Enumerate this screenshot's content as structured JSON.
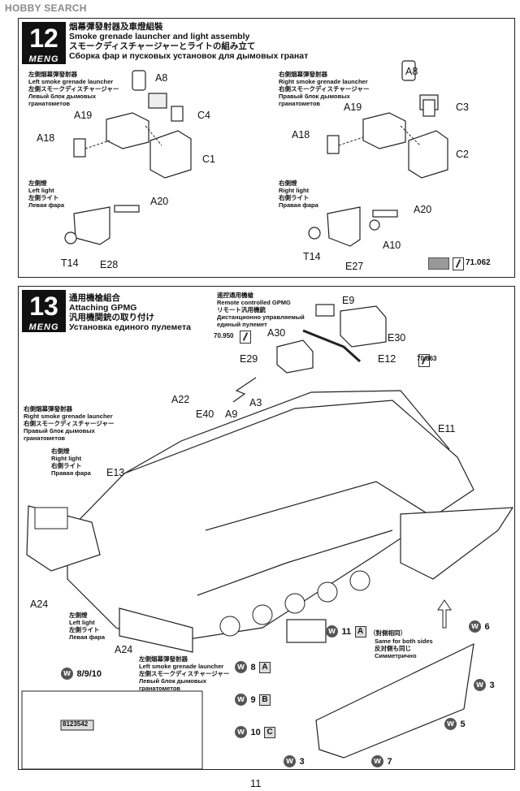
{
  "watermark": "HOBBY SEARCH",
  "step12": {
    "number": "12",
    "brand": "MENG",
    "title_zh": "烟幕彈發射器及車燈組裝",
    "title_en": "Smoke grenade launcher and light assembly",
    "title_ja": "スモークディスチャージャーとライトの組み立て",
    "title_ru": "Сборка фар и пусковых установок для дымовых гранат",
    "left_launcher": [
      "左側烟幕彈發射器",
      "Left smoke grenade launcher",
      "左側スモークディスチャージャー",
      "Левый блок дымовых",
      "гранатометов"
    ],
    "right_launcher": [
      "右側烟幕彈發射器",
      "Right smoke grenade launcher",
      "右側スモークディスチャージャー",
      "Правый блок дымовых",
      "гранатометов"
    ],
    "left_light": [
      "左側燈",
      "Left light",
      "左側ライト",
      "Левая фара"
    ],
    "right_light": [
      "右側燈",
      "Right light",
      "右側ライト",
      "Правая фара"
    ],
    "parts_left": {
      "a8": "A8",
      "a19": "A19",
      "c4": "C4",
      "a18": "A18",
      "c1": "C1",
      "a20": "A20",
      "t14": "T14",
      "e28": "E28"
    },
    "parts_right": {
      "a8": "A8",
      "a19": "A19",
      "c3": "C3",
      "a18": "A18",
      "c2": "C2",
      "a20": "A20",
      "t14": "T14",
      "a10": "A10",
      "e27": "E27"
    },
    "paint_code": "71.062"
  },
  "step13": {
    "number": "13",
    "brand": "MENG",
    "title_zh": "通用機槍組合",
    "title_en": "Attaching GPMG",
    "title_ja": "汎用機関銃の取り付け",
    "title_ru": "Установка единого пулемета",
    "rcgpmg": [
      "遥控通用機槍",
      "Remote controlled GPMG",
      "リモート汎用機銃",
      "Дистанционно управляемый",
      "единый пулемет"
    ],
    "paint_a30": "70.950",
    "paint_e12": "70.863",
    "parts_gpmg": {
      "e9": "E9",
      "a30": "A30",
      "e30": "E30",
      "e29": "E29",
      "e12": "E12"
    },
    "right_launcher": [
      "右側烟幕彈發射器",
      "Right smoke grenade launcher",
      "右側スモークディスチャージャー",
      "Правый блок дымовых",
      "гранатометов"
    ],
    "right_light": [
      "右側燈",
      "Right light",
      "右側ライト",
      "Правая фара"
    ],
    "left_light": [
      "左側燈",
      "Left light",
      "左側ライト",
      "Левая фара"
    ],
    "left_launcher": [
      "左側烟幕彈發射器",
      "Left smoke grenade launcher",
      "左側スモークディスチャージャー",
      "Левый блок дымовых",
      "гранатометов"
    ],
    "parts_hull": {
      "a22": "A22",
      "e40": "E40",
      "a9": "A9",
      "a3": "A3",
      "e11": "E11",
      "e13": "E13",
      "a24_left": "A24",
      "a24_bottom": "A24"
    },
    "decal_8_9_10": "8/9/10",
    "decal_11": "11",
    "decal_11_box": "A",
    "note_zh": "（對側相同）",
    "note_en": "Same for both sides",
    "note_ja": "反対側も同じ",
    "note_ru": "Симметрично",
    "decal_8": "8",
    "decal_8_box": "A",
    "decal_9": "9",
    "decal_9_box": "B",
    "decal_10": "10",
    "decal_10_box": "C",
    "decal_6": "6",
    "decal_3a": "3",
    "decal_5": "5",
    "decal_3b": "3",
    "decal_7": "7",
    "inset_plate": "8123542"
  },
  "page_number": "11"
}
